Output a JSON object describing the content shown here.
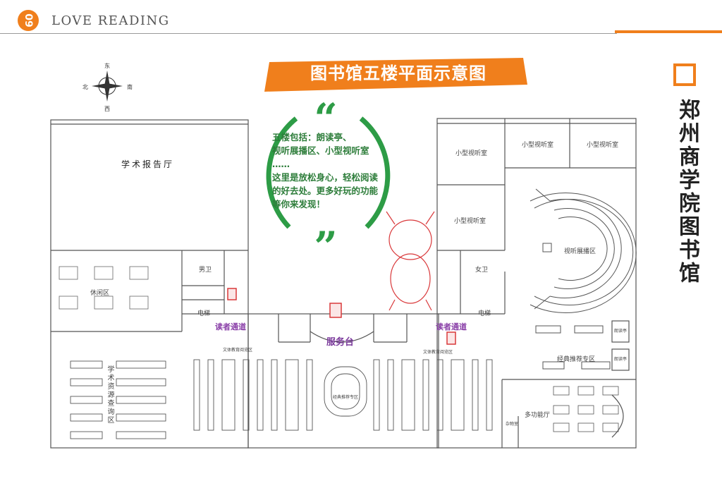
{
  "header": {
    "page_number": "09",
    "brand": "LOVE READING"
  },
  "title": "图书馆五楼平面示意图",
  "library_name": "郑州商学院图书馆",
  "compass": {
    "north": "北",
    "south": "南",
    "east": "东",
    "west": "西"
  },
  "quote": "五楼包括：朗读亭、\n视听展播区、小型视听室\n……\n这里是放松身心，轻松阅读\n的好去处。更多好玩的功能\n等你来发现！",
  "rooms": {
    "lecture_hall": "学术报告厅",
    "lounge": "休闲区",
    "academic_resources": "学术资源查询区",
    "mens_restroom": "男卫",
    "womens_restroom": "女卫",
    "elevator_left": "电梯",
    "elevator_right": "电梯",
    "small_av_1": "小型视听室",
    "small_av_2": "小型视听室",
    "small_av_3": "小型视听室",
    "small_av_4": "小型视听室",
    "av_exhibition": "视听展播区",
    "reader_passage_left": "读者通道",
    "reader_passage_right": "读者通道",
    "service_desk": "服务台",
    "culture_sports_left": "文体教育阅览区",
    "culture_sports_right": "文体教育阅览区",
    "classics_center": "经典推荐专区",
    "classics_right": "经典推荐专区",
    "multifunction_hall": "多功能厅",
    "reading_booth_1": "朗读亭",
    "reading_booth_2": "朗读亭",
    "storage": "杂物室"
  },
  "colors": {
    "accent": "#f07f1c",
    "green": "#2d7d3a",
    "purple": "#8a3fa8",
    "hand": "#d9383a"
  }
}
